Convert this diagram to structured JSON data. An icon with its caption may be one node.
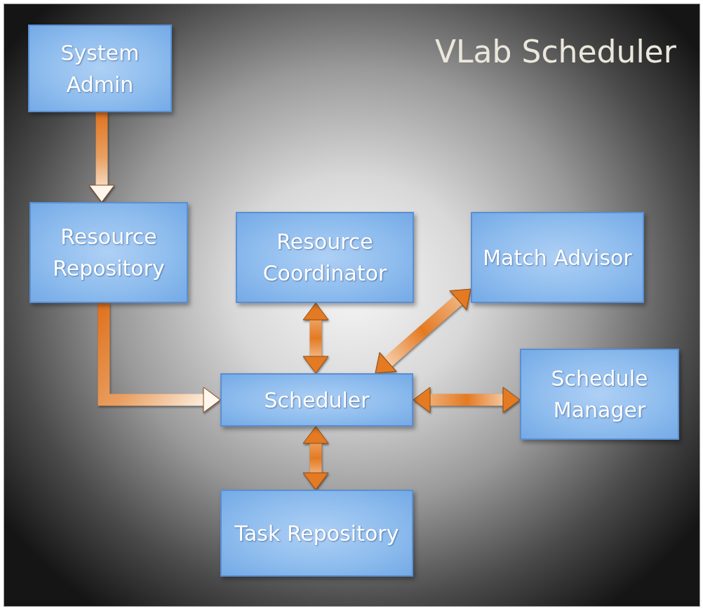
{
  "diagram": {
    "title": "VLab Scheduler",
    "nodes": [
      {
        "text": [
          "System Admin"
        ]
      },
      {
        "text": [
          "Resource Repository"
        ]
      },
      {
        "text": [
          "Resource Coordinator"
        ]
      },
      {
        "text": [
          "Match Advisor"
        ]
      },
      {
        "text": [
          "Scheduler"
        ]
      },
      {
        "text": [
          "Schedule Manager"
        ]
      },
      {
        "text": [
          "Task Repository"
        ]
      }
    ],
    "edges": [
      {
        "from": 0,
        "to": 1,
        "arrow": "to"
      },
      {
        "from": 1,
        "to": 4,
        "arrow": "to"
      },
      {
        "from": 2,
        "to": 4,
        "arrow": "both"
      },
      {
        "from": 3,
        "to": 4,
        "arrow": "both"
      },
      {
        "from": 4,
        "to": 5,
        "arrow": "both"
      },
      {
        "from": 4,
        "to": 6,
        "arrow": "both"
      }
    ]
  }
}
